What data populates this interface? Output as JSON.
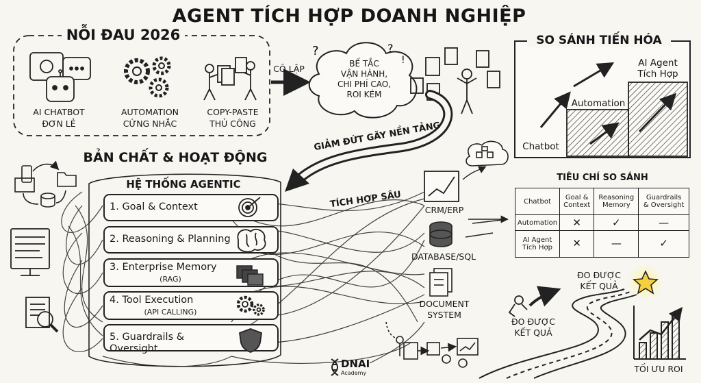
{
  "title": "AGENT TÍCH HỢP DOANH NGHIỆP",
  "pain": {
    "heading": "NỖI ĐAU 2026",
    "items": [
      {
        "line1": "AI CHATBOT",
        "line2": "ĐƠN LẺ"
      },
      {
        "line1": "AUTOMATION",
        "line2": "CỨNG NHẮC"
      },
      {
        "line1": "COPY-PASTE",
        "line2": "THỦ CÔNG"
      }
    ],
    "arrow_label": "CÔ LẬP",
    "cloud": [
      "BẾ TẮC",
      "VẬN HÀNH,",
      "CHI PHÍ CAO,",
      "ROI KÉM"
    ]
  },
  "curved_arrow_label": "GIẢM ĐỨT GÃY NỀN TẢNG",
  "core": {
    "heading": "BẢN CHẤT & HOẠT ĐỘNG",
    "system_label": "HỆ THỐNG AGENTIC",
    "steps": [
      {
        "label": "1. Goal & Context",
        "sub": ""
      },
      {
        "label": "2. Reasoning & Planning",
        "sub": ""
      },
      {
        "label": "3. Enterprise Memory",
        "sub": "(RAG)"
      },
      {
        "label": "4. Tool Execution",
        "sub": "(API CALLING)"
      },
      {
        "label": "5. Guardrails & Oversight",
        "sub": ""
      }
    ]
  },
  "integration": {
    "label": "TÍCH HỢP SÂU",
    "systems": [
      "CRM/ERP",
      "DATABASE/SQL",
      "DOCUMENT",
      "SYSTEM"
    ]
  },
  "evolution": {
    "heading": "SO SÁNH TIẾN HÓA",
    "levels": [
      "Chatbot",
      "Automation",
      "AI Agent",
      "Tích Hợp"
    ]
  },
  "criteria": {
    "heading": "TIÊU CHÍ SO SÁNH",
    "header": [
      "Chatbot",
      "Goal &",
      "Context",
      "Reasoning",
      "Memory",
      "Guardrails",
      "& Oversight"
    ],
    "rows": [
      {
        "name1": "Automation",
        "name2": "",
        "cells": [
          "✕",
          "✓",
          "—"
        ]
      },
      {
        "name1": "AI Agent",
        "name2": "Tích Hợp",
        "cells": [
          "✕",
          "—",
          "✓"
        ]
      }
    ]
  },
  "results": {
    "top": [
      "ĐO ĐƯỢC",
      "KẾT QUẢ"
    ],
    "mid": [
      "ĐO ĐƯỢC",
      "KẾT QUẢ"
    ],
    "roi": "TỐI ƯU ROI"
  },
  "brand": {
    "name": "DNAI",
    "sub": "Academy"
  }
}
